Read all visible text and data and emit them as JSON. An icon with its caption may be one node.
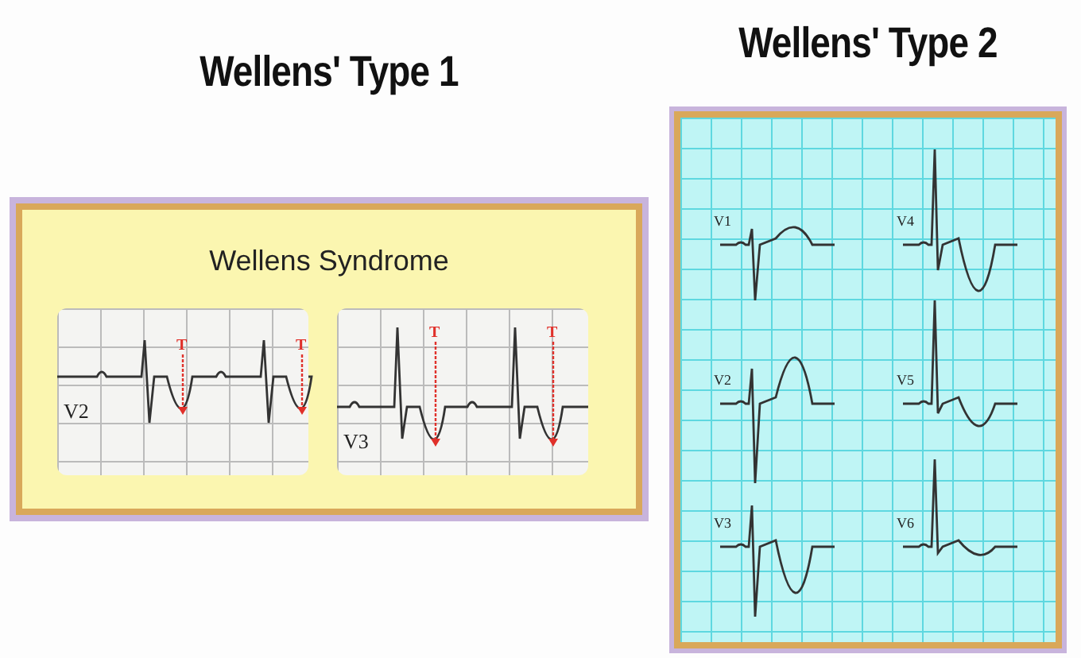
{
  "diagram": {
    "nodes": [
      {
        "text": [
          "Wellens' Type 1",
          "Wellens Syndrome"
        ]
      },
      {
        "text": [
          "V2"
        ],
        "in": 0
      },
      {
        "text": [
          "V3"
        ],
        "in": 0
      },
      {
        "text": [
          "Wellens' Type 2",
          "V1",
          "V4",
          "V2",
          "V5",
          "V3",
          "V6"
        ]
      }
    ],
    "edges": [],
    "labels": [
      "T",
      "T",
      "T",
      "T"
    ]
  }
}
